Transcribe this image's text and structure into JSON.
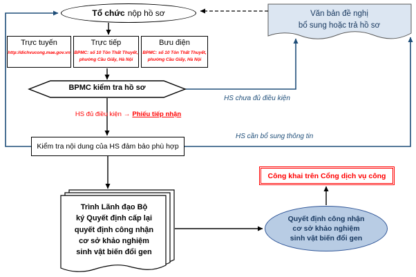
{
  "diagram": {
    "start": {
      "bold": "Tổ chức",
      "rest": "nộp hồ sơ"
    },
    "banner": {
      "text": "Văn bản đề nghị\nbổ sung hoặc trả hồ sơ"
    },
    "channels": [
      {
        "title": "Trực tuyến",
        "detail": "http://dichvucong.mae.gov.vn"
      },
      {
        "title": "Trực tiếp",
        "detail": "BPMC: số 10 Tôn Thất Thuyết,\nphường Cầu Giấy, Hà Nội"
      },
      {
        "title": "Bưu điện",
        "detail": "BPMC: số 10 Tôn Thất Thuyết,\nphường Cầu Giấy, Hà Nội"
      }
    ],
    "check": {
      "label": "BPMC kiểm tra hồ sơ"
    },
    "content_check": {
      "label": "Kiểm tra nội dung của HS đảm bảo phù hợp"
    },
    "submit_doc": {
      "label": "Trình Lãnh đạo Bộ\nký Quyết định cấp lại\nquyết định công nhận\ncơ sở khảo nghiệm\nsinh vật biến đổi gen"
    },
    "publish": {
      "label": "Công khai trên Cổng dịch vụ công"
    },
    "decision": {
      "label": "Quyết định công nhận\ncơ sở khảo nghiệm\nsinh vật biến đổi gen"
    },
    "edges": {
      "eligible": "HS đủ điều kiện",
      "arrow": "→",
      "receipt": "Phiếu tiếp nhận",
      "not_eligible": "HS chưa đủ điều kiện",
      "supplement": "HS cần bổ sung thông tin"
    },
    "colors": {
      "blue_line": "#1F4E79",
      "red": "#FF0000",
      "banner_fill": "#DCE6F2",
      "decision_fill": "#B8CCE4",
      "dark_blue_text": "#17375E"
    }
  }
}
